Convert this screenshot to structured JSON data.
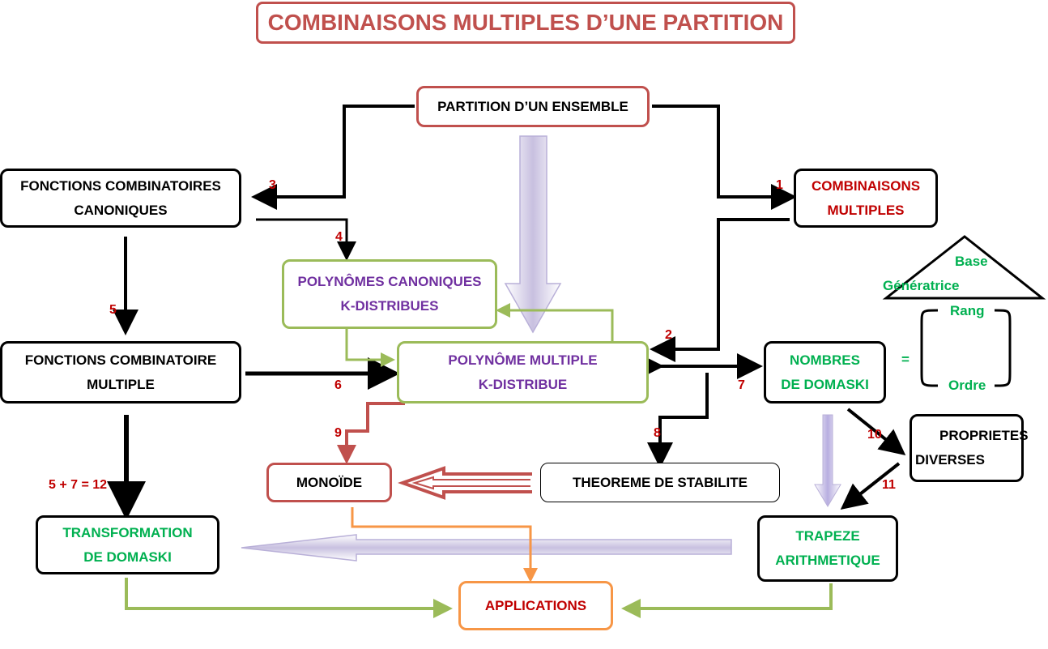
{
  "title": "COMBINAISONS MULTIPLES D’UNE PARTITION",
  "nodes": {
    "partition": "PARTITION D’UN ENSEMBLE",
    "fonctions_canoniques": [
      "FONCTIONS COMBINATOIRES",
      "CANONIQUES"
    ],
    "combinaisons_multiples": [
      "COMBINAISONS",
      "MULTIPLES"
    ],
    "polynomes_canoniques": [
      "POLYNÔMES CANONIQUES",
      "K-DISTRIBUES"
    ],
    "fonctions_multiple": [
      "FONCTIONS COMBINATOIRE",
      "MULTIPLE"
    ],
    "polynome_multiple": [
      "POLYNÔME  MULTIPLE",
      "K-DISTRIBUE"
    ],
    "nombres_domaski": [
      "NOMBRES",
      "DE DOMASKI"
    ],
    "monoide": "MONOÏDE",
    "theoreme": "THEOREME DE STABILITE",
    "proprietes": [
      "PROPRIETES",
      "DIVERSES"
    ],
    "transformation": [
      "TRANSFORMATION",
      "DE DOMASKI"
    ],
    "trapeze": [
      "TRAPEZE",
      "ARITHMETIQUE"
    ],
    "applications": "APPLICATIONS"
  },
  "triangle_labels": {
    "base": "Base",
    "generatrice": "Génératrice"
  },
  "bracket_labels": {
    "equals": "=",
    "rang": "Rang",
    "ordre": "Ordre"
  },
  "edge_labels": {
    "e1": "1",
    "e2": "2",
    "e3": "3",
    "e4": "4",
    "e5": "5",
    "e6": "6",
    "e7": "7",
    "e8": "8",
    "e9": "9",
    "e10": "10",
    "e11": "11",
    "e12": "5 + 7 = 12"
  },
  "colors": {
    "black": "#000000",
    "red_border": "#c0504d",
    "green_border": "#9bbb59",
    "orange_border": "#f79646",
    "purple_text": "#7030a0",
    "green_text": "#00b050",
    "darkred_text": "#c00000"
  }
}
